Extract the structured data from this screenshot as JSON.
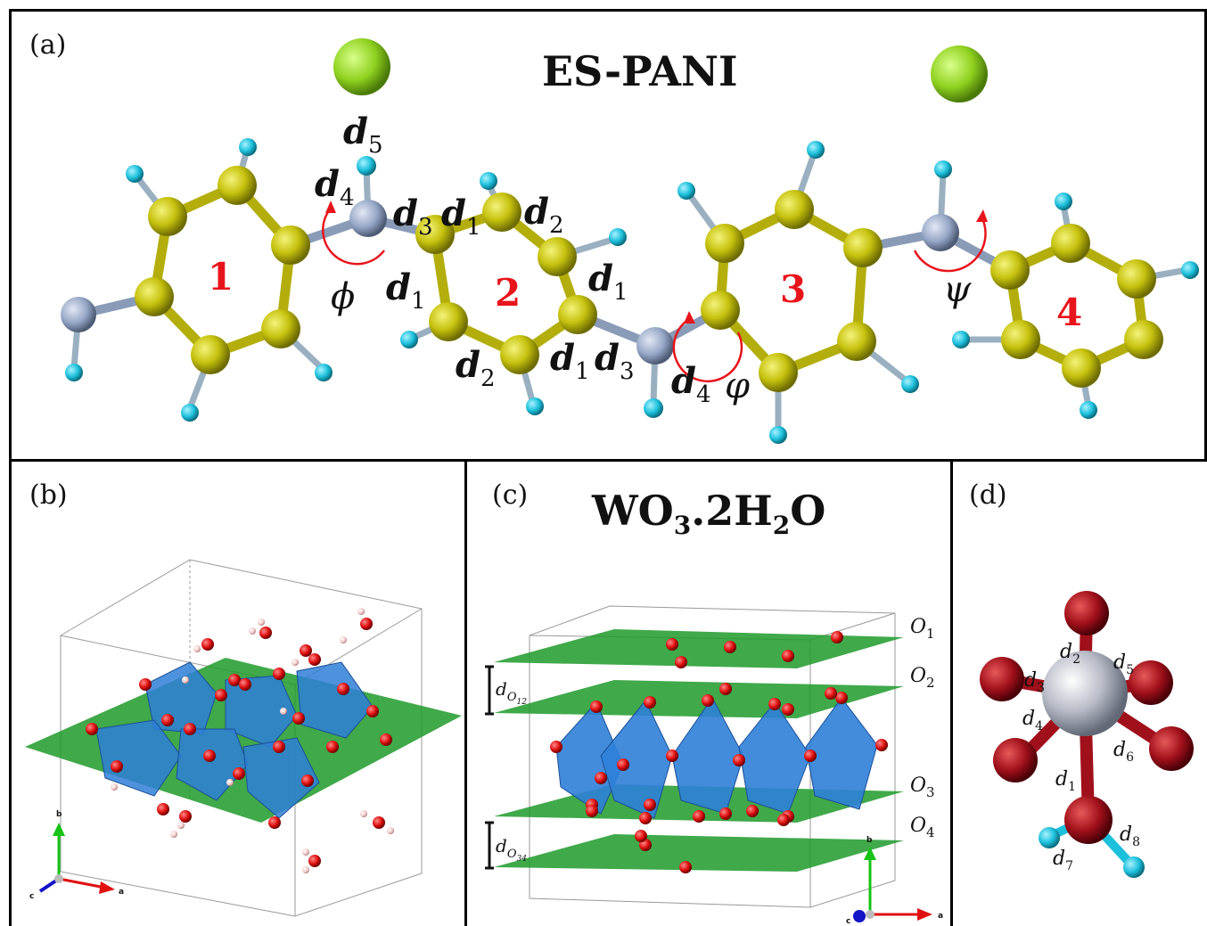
{
  "panel_a": {
    "label": "(a)",
    "title": "ES-PANI",
    "ring_numbers": [
      "1",
      "2",
      "3",
      "4"
    ],
    "bond_labels": {
      "d5": "d5",
      "d4": "d4",
      "d3": "d3",
      "d1": "d1",
      "d2": "d2"
    },
    "angles": {
      "phi": "ϕ",
      "varphi": "φ",
      "psi": "ψ"
    }
  },
  "panel_b": {
    "label": "(b)",
    "axes": {
      "a": "a",
      "b": "b",
      "c": "c"
    }
  },
  "panel_c": {
    "label": "(c)",
    "title": "WO3.2H2O",
    "planes": [
      "O1",
      "O2",
      "O3",
      "O4"
    ],
    "spacings": [
      "dO12",
      "dO34"
    ],
    "axes": {
      "a": "a",
      "b": "b",
      "c": "c"
    }
  },
  "panel_d": {
    "label": "(d)",
    "bond_labels": [
      "d1",
      "d2",
      "d3",
      "d4",
      "d5",
      "d6",
      "d7",
      "d8"
    ]
  },
  "colors": {
    "carbon": "#c9c514",
    "hydrogen": "#22c6e0",
    "nitrogen": "#9aaac8",
    "chlorine": "#8fd11f",
    "oxygen": "#e01010",
    "tungsten_poly": "#2f7fd8",
    "plane": "#1f9a2a",
    "dark_oxygen": "#a0101a",
    "tungsten_atom": "#b8bcc8"
  }
}
